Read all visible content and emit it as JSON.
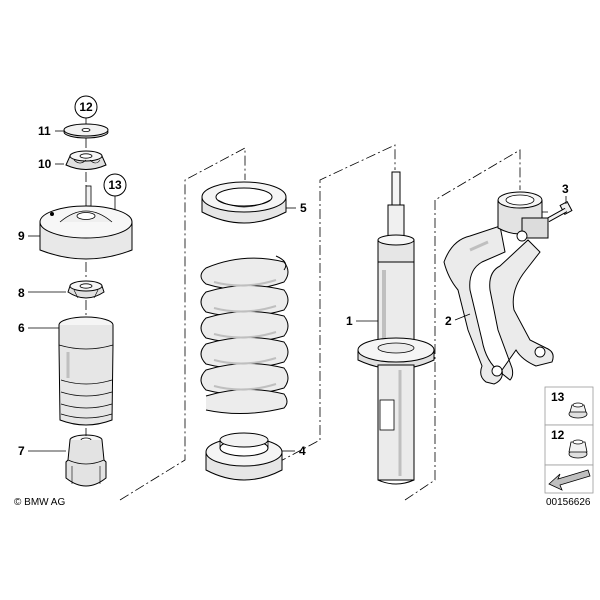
{
  "callouts": {
    "p1": "1",
    "p2": "2",
    "p3": "3",
    "p4": "4",
    "p5": "5",
    "p6": "6",
    "p7": "7",
    "p8": "8",
    "p9": "9",
    "p10": "10",
    "p11": "11",
    "p12": "12",
    "p13": "13",
    "legend13": "13",
    "legend12": "12"
  },
  "footer": {
    "copyright": "© BMW AG",
    "doc_number": "00156626"
  },
  "colors": {
    "line": "#000000",
    "shade": "#bfbfbf",
    "light": "#e6e6e6"
  }
}
